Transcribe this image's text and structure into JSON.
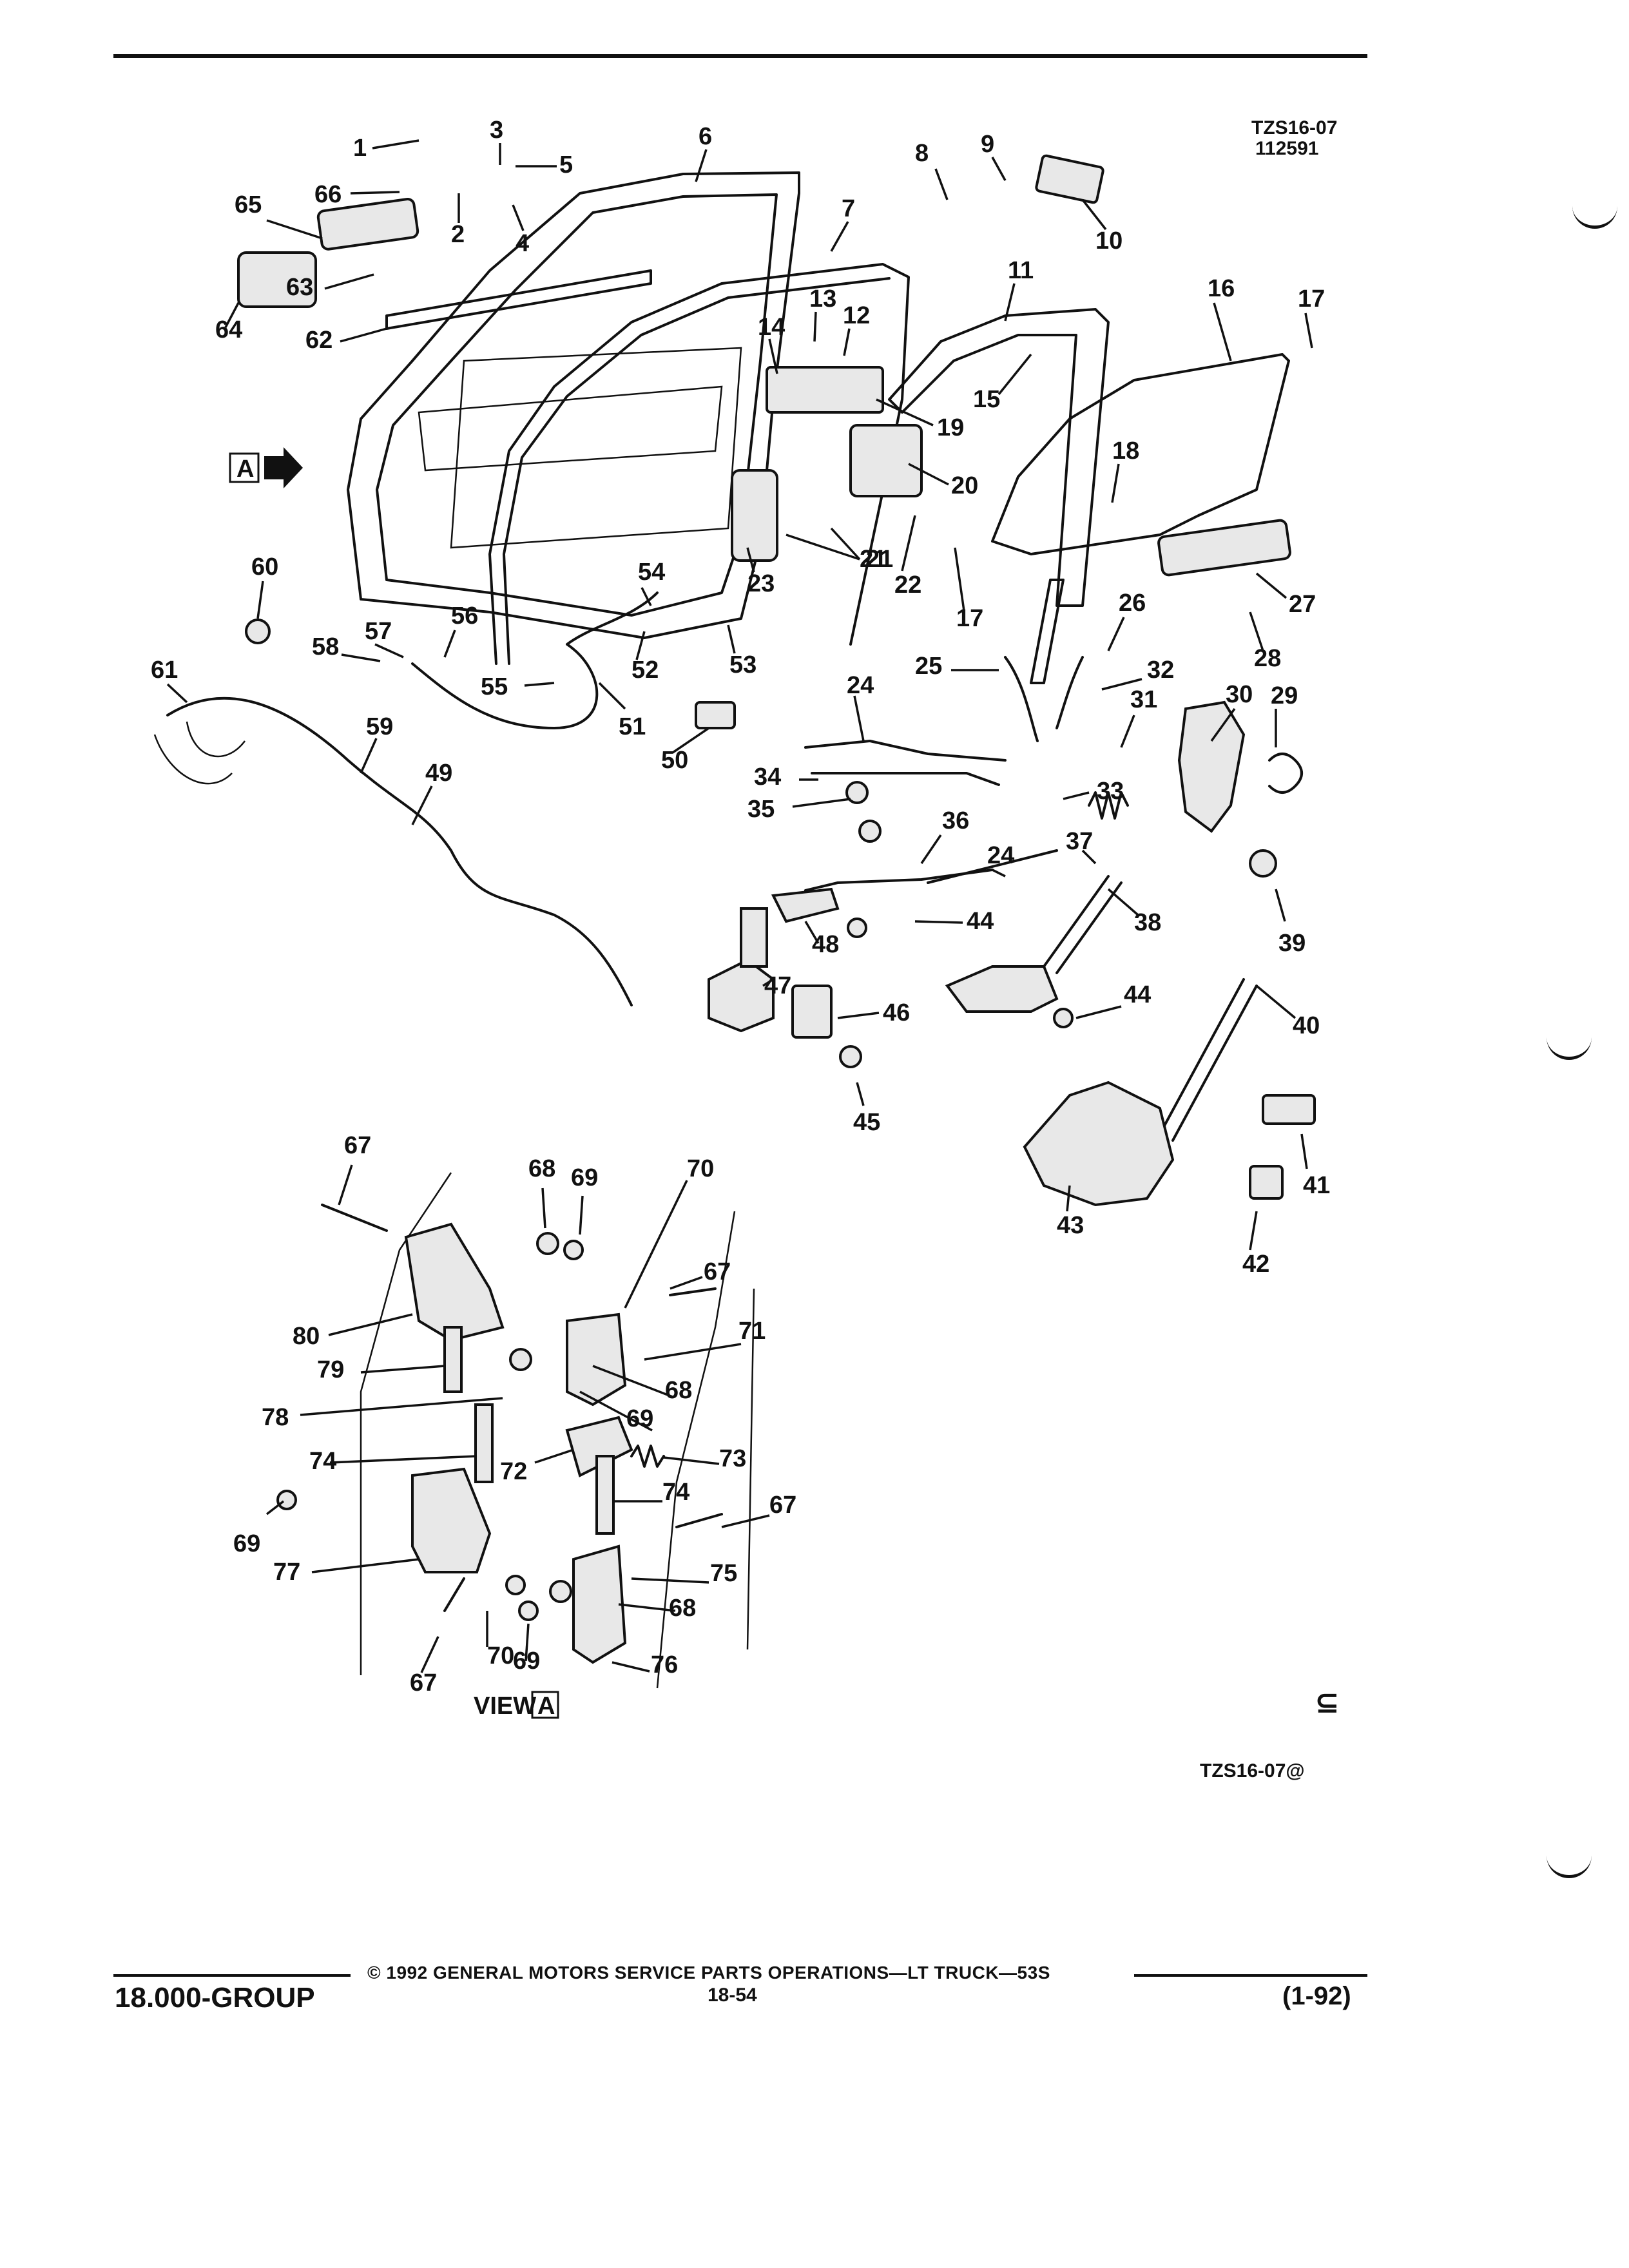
{
  "header": {
    "code": "TZS16-07",
    "date_code": "112591"
  },
  "view_marker": "A",
  "view_caption": "VIEW",
  "bottom_code": "TZS16-07@",
  "footer": {
    "group": "18.000-GROUP",
    "copyright": "© 1992 GENERAL MOTORS SERVICE PARTS OPERATIONS—LT TRUCK—53S",
    "page": "18-54",
    "revision": "(1-92)"
  },
  "callouts": [
    "1",
    "2",
    "3",
    "4",
    "5",
    "6",
    "7",
    "8",
    "9",
    "10",
    "11",
    "12",
    "13",
    "14",
    "15",
    "16",
    "17",
    "17",
    "18",
    "19",
    "20",
    "21",
    "21",
    "22",
    "23",
    "24",
    "24",
    "25",
    "26",
    "27",
    "28",
    "29",
    "30",
    "31",
    "32",
    "33",
    "34",
    "35",
    "36",
    "37",
    "38",
    "39",
    "40",
    "41",
    "42",
    "43",
    "44",
    "44",
    "45",
    "46",
    "47",
    "48",
    "49",
    "50",
    "51",
    "52",
    "53",
    "54",
    "55",
    "56",
    "57",
    "58",
    "59",
    "60",
    "61",
    "62",
    "63",
    "64",
    "65",
    "66",
    "67",
    "67",
    "67",
    "67",
    "68",
    "68",
    "68",
    "69",
    "69",
    "69",
    "69",
    "70",
    "70",
    "71",
    "72",
    "73",
    "74",
    "74",
    "75",
    "76",
    "77",
    "78",
    "79",
    "80"
  ],
  "icons": {
    "arrow": "right-arrow-icon",
    "logo": "gm-spo-logo"
  }
}
